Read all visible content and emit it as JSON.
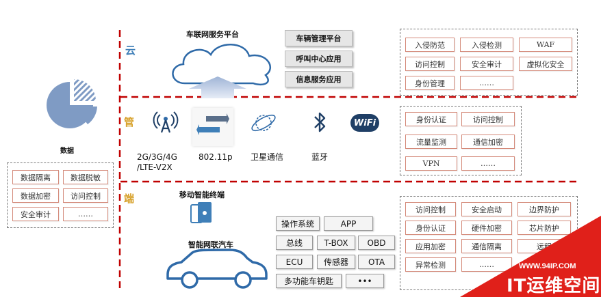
{
  "tiers": {
    "cloud": "云",
    "pipe": "管",
    "end": "端"
  },
  "cloud_platform": {
    "title": "车联网服务平台",
    "apps": [
      "车辆管理平台",
      "呼叫中心应用",
      "信息服务应用"
    ]
  },
  "cloud_security": [
    "入侵防范",
    "入侵检测",
    "WAF",
    "访问控制",
    "安全审计",
    "虚拟化安全",
    "身份管理",
    "……"
  ],
  "pipe_networks": [
    "2G/3G/4G\n/LTE-V2X",
    "802.11p",
    "卫星通信",
    "蓝牙"
  ],
  "wifi_label": "WiFi",
  "pipe_security": [
    "身份认证",
    "访问控制",
    "流量监测",
    "通信加密",
    "VPN",
    "……"
  ],
  "data_section": {
    "title": "数据",
    "items": [
      "数据隔离",
      "数据脱敏",
      "数据加密",
      "访问控制",
      "安全审计",
      "……"
    ]
  },
  "end_terminals": {
    "mobile": "移动智能终端",
    "car": "智能网联汽车"
  },
  "car_components": [
    "操作系统",
    "APP",
    "总线",
    "T-BOX",
    "OBD",
    "ECU",
    "传感器",
    "OTA",
    "多功能车钥匙",
    "•••"
  ],
  "end_security": [
    "访问控制",
    "安全启动",
    "边界防护",
    "身份认证",
    "硬件加密",
    "芯片防护",
    "应用加密",
    "通信隔离",
    "远程",
    "异常检测",
    "……"
  ],
  "watermark": {
    "url": "WWW.94IP.COM",
    "brand": "IT运维空间"
  },
  "colors": {
    "divider": "#c00000",
    "cloud_label": "#3f7fb8",
    "tier_label": "#d7a12a",
    "pie": "#7f9bc4",
    "watermark": "#e0201a"
  }
}
